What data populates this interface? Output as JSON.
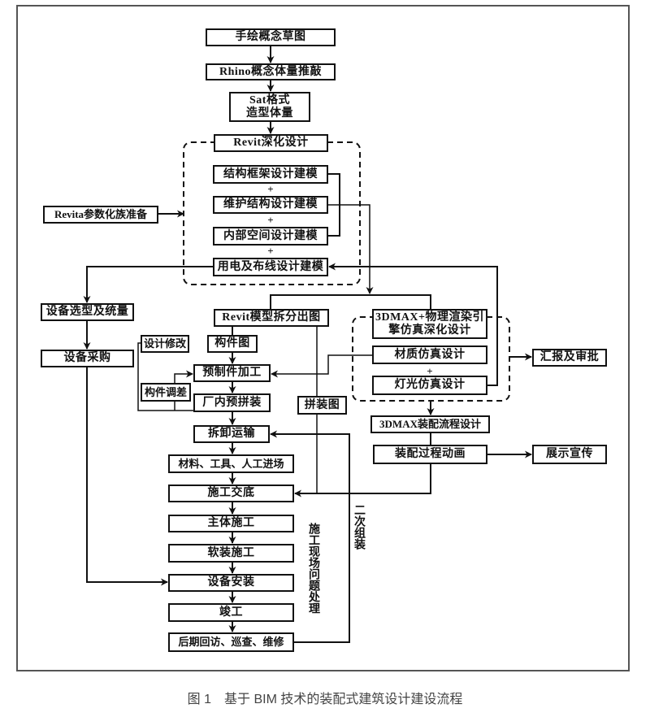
{
  "figure": {
    "caption": "图 1　基于 BIM 技术的装配式建筑设计建设流程"
  },
  "nodes": {
    "sketch": "手绘概念草图",
    "rhino": "Rhino概念体量推敲",
    "sat": "Sat格式\n造型体量",
    "revit_deepening": "Revit深化设计",
    "structure_frame": "结构框架设计建模",
    "envelope": "维护结构设计建模",
    "interior_space": "内部空间设计建模",
    "electrical_wiring": "用电及布线设计建模",
    "revita_family": "Revita参数化族准备",
    "equipment_selection": "设备选型及统量",
    "equipment_purchase": "设备采购",
    "revit_split": "Revit模型拆分出图",
    "design_revision": "设计修改",
    "component_drawing": "构件图",
    "prefab_processing": "预制件加工",
    "component_adjust": "构件调差",
    "factory_preassembly": "厂内预拼装",
    "assembly_drawing": "拼装图",
    "dismantle_transport": "拆卸运输",
    "materials_entry": "材料、工具、人工进场",
    "construction_briefing": "施工交底",
    "main_construction": "主体施工",
    "soft_furnishing": "软装施工",
    "equipment_install": "设备安装",
    "completion": "竣工",
    "aftercare": "后期回访、巡查、维修",
    "render_engine": "3DMAX+物理渲染引\n擎仿真深化设计",
    "material_sim": "材质仿真设计",
    "lighting_sim": "灯光仿真设计",
    "report_approval": "汇报及审批",
    "assembly_process_design": "3DMAX装配流程设计",
    "assembly_animation": "装配过程动画",
    "display_promotion": "展示宣传"
  },
  "labels": {
    "plus": "+",
    "onsite_issues": "施工现场问题处理",
    "secondary_assembly": "二次组装"
  }
}
